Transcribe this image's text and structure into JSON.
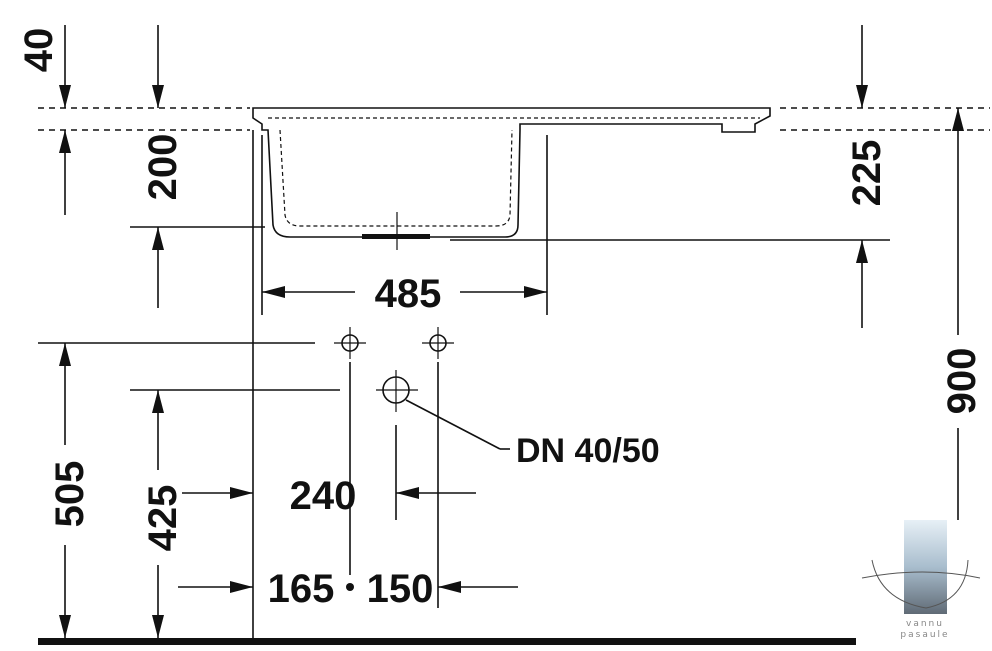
{
  "dimensions": {
    "top_thickness": "40",
    "bowl_depth": "200",
    "drain_depth": "225",
    "bowl_width": "485",
    "total_height": "900",
    "tap_height": "505",
    "waste_height": "425",
    "waste_offset": "240",
    "left_offset": "165",
    "tap_spacing": "150"
  },
  "waste_label": "DN 40/50",
  "watermark": {
    "line1": "vannu",
    "line2": "pasaule"
  },
  "colors": {
    "line": "#111111",
    "floor": "#111111",
    "watermark_top": "#d8e6ef",
    "watermark_bottom": "#5a6a78"
  }
}
